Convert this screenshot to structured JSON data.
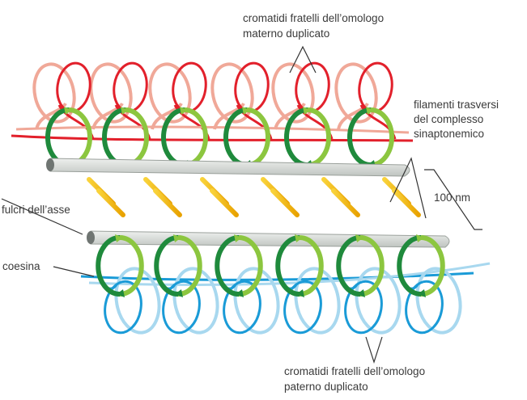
{
  "labels": {
    "maternal_line1": "cromatidi fratelli dell’omologo",
    "maternal_line2": "materno duplicato",
    "filaments_line1": "filamenti trasversi",
    "filaments_line2": "del complesso",
    "filaments_line3": "sinaptonemico",
    "scale": "100 nm",
    "axis_fulcra": "fulcri dell’asse",
    "cohesin": "coesina",
    "paternal_line1": "cromatidi fratelli dell’omologo",
    "paternal_line2": "paterno duplicato"
  },
  "colors": {
    "maternal_dark": "#e2202b",
    "maternal_light": "#f0a898",
    "paternal_dark": "#1a9bd7",
    "paternal_light": "#a8d8ef",
    "cohesin_dark": "#1f8a3c",
    "cohesin_light": "#8cc63f",
    "lateral_element": "#d8dcd9",
    "transverse_filament": "#f5b800"
  },
  "structure": {
    "loops_per_homolog": 6
  }
}
